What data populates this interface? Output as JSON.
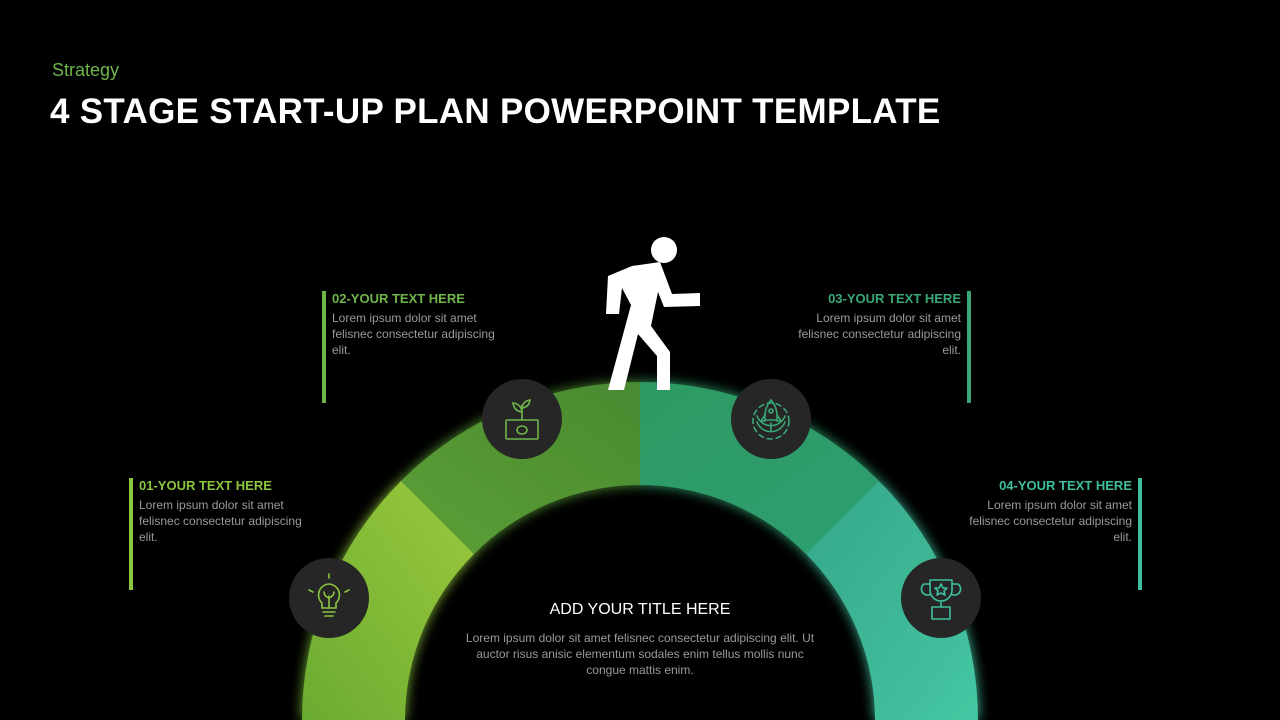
{
  "header": {
    "subtitle": "Strategy",
    "title": "4 STAGE START-UP PLAN POWERPOINT TEMPLATE"
  },
  "colors": {
    "background": "#000000",
    "accent_green": "#6fb64a",
    "stage1": "#8cc63f",
    "stage2": "#5a9e3a",
    "stage3": "#2f9e6e",
    "stage4": "#3dbf9e",
    "icon_circle": "#262626"
  },
  "stages": [
    {
      "heading": "01-YOUR TEXT HERE",
      "body": "Lorem ipsum dolor sit amet felisnec consectetur adipiscing elit.",
      "icon": "lightbulb-icon",
      "color": "#8cc63f"
    },
    {
      "heading": "02-YOUR TEXT HERE",
      "body": "Lorem ipsum dolor sit amet felisnec consectetur adipiscing elit.",
      "icon": "money-plant-icon",
      "color": "#6fb64a"
    },
    {
      "heading": "03-YOUR TEXT HERE",
      "body": "Lorem ipsum dolor sit amet felisnec consectetur adipiscing elit.",
      "icon": "rocket-gear-icon",
      "color": "#3aa876"
    },
    {
      "heading": "04-YOUR TEXT HERE",
      "body": "Lorem ipsum dolor sit amet felisnec consectetur adipiscing elit.",
      "icon": "trophy-icon",
      "color": "#3dbf9e"
    }
  ],
  "center": {
    "title": "ADD YOUR  TITLE  HERE",
    "body": "Lorem ipsum dolor  sit amet felisnec consectetur adipiscing elit. Ut auctor risus anisic elementum sodales enim tellus mollis nunc congue mattis enim."
  },
  "figure_icon": "walking-person-icon"
}
